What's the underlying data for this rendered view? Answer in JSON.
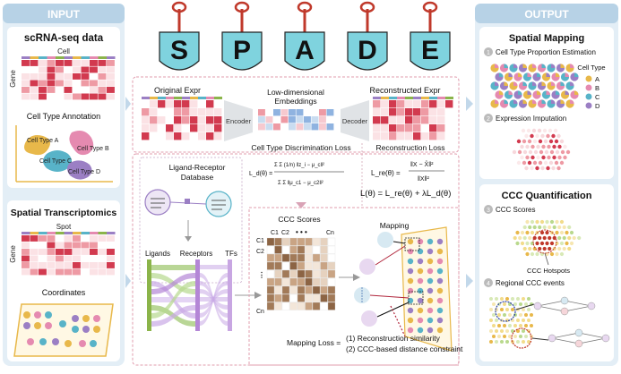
{
  "title_letters": [
    "S",
    "P",
    "A",
    "D",
    "E"
  ],
  "input": {
    "header": "INPUT",
    "scrna_title": "scRNA-seq data",
    "cell_label": "Cell",
    "gene_label": "Gene",
    "cell_type_annotation": "Cell Type Annotation",
    "cell_types": [
      "Cell Type A",
      "Cell Type B",
      "Cell Type C",
      "Cell Type D"
    ],
    "spatial_title": "Spatial Transcriptomics",
    "spot_label": "Spot",
    "gene_label2": "Gene",
    "coordinates_label": "Coordinates"
  },
  "middle": {
    "original_expr": "Original Expr",
    "low_dim_line1": "Low-dimensional",
    "low_dim_line2": "Embeddings",
    "reconstructed_expr": "Reconstructed Expr",
    "encoder": "Encoder",
    "decoder": "Decoder",
    "ctd_loss": "Cell Type Discrimination Loss",
    "recon_loss": "Reconstruction Loss",
    "lr_db_line1": "Ligand-Receptor",
    "lr_db_line2": "Database",
    "ligands": "Ligands",
    "receptors": "Receptors",
    "tfs": "TFs",
    "ccc_scores": "CCC Scores",
    "mapping": "Mapping",
    "c_labels": [
      "C1",
      "C2",
      "Cn",
      "C1",
      "C2",
      "Cn"
    ],
    "mapping_loss_label": "Mapping Loss =",
    "mapping_loss_1": "(1) Reconstruction similarity",
    "mapping_loss_2": "(2) CCC-based distance constraint"
  },
  "output": {
    "header": "OUTPUT",
    "spatial_mapping_title": "Spatial Mapping",
    "step1": "Cell Type Proportion Estimation",
    "cell_type_legend_title": "Cell Type",
    "legend_items": [
      "A",
      "B",
      "C",
      "D"
    ],
    "step2": "Expression Imputation",
    "ccc_quant_title": "CCC Quantification",
    "step3": "CCC Scores",
    "hotspots": "CCC Hotspots",
    "step4": "Regional CCC events",
    "step_numbers": [
      "1",
      "2",
      "3",
      "4"
    ]
  },
  "colors": {
    "panel_bg": "#e3eef6",
    "header_bg": "#b7d2e6",
    "arrow": "#c2d8ea",
    "heat_dark": "#d23a4f",
    "heat_mid": "#ee9aa4",
    "heat_light": "#fbe2e5",
    "type_a": "#e8b84a",
    "type_b": "#e58ab0",
    "type_c": "#58b3c8",
    "type_d": "#9b7fc4",
    "shovel_fill": "#7fd3de",
    "shovel_edge": "#c0392b"
  }
}
